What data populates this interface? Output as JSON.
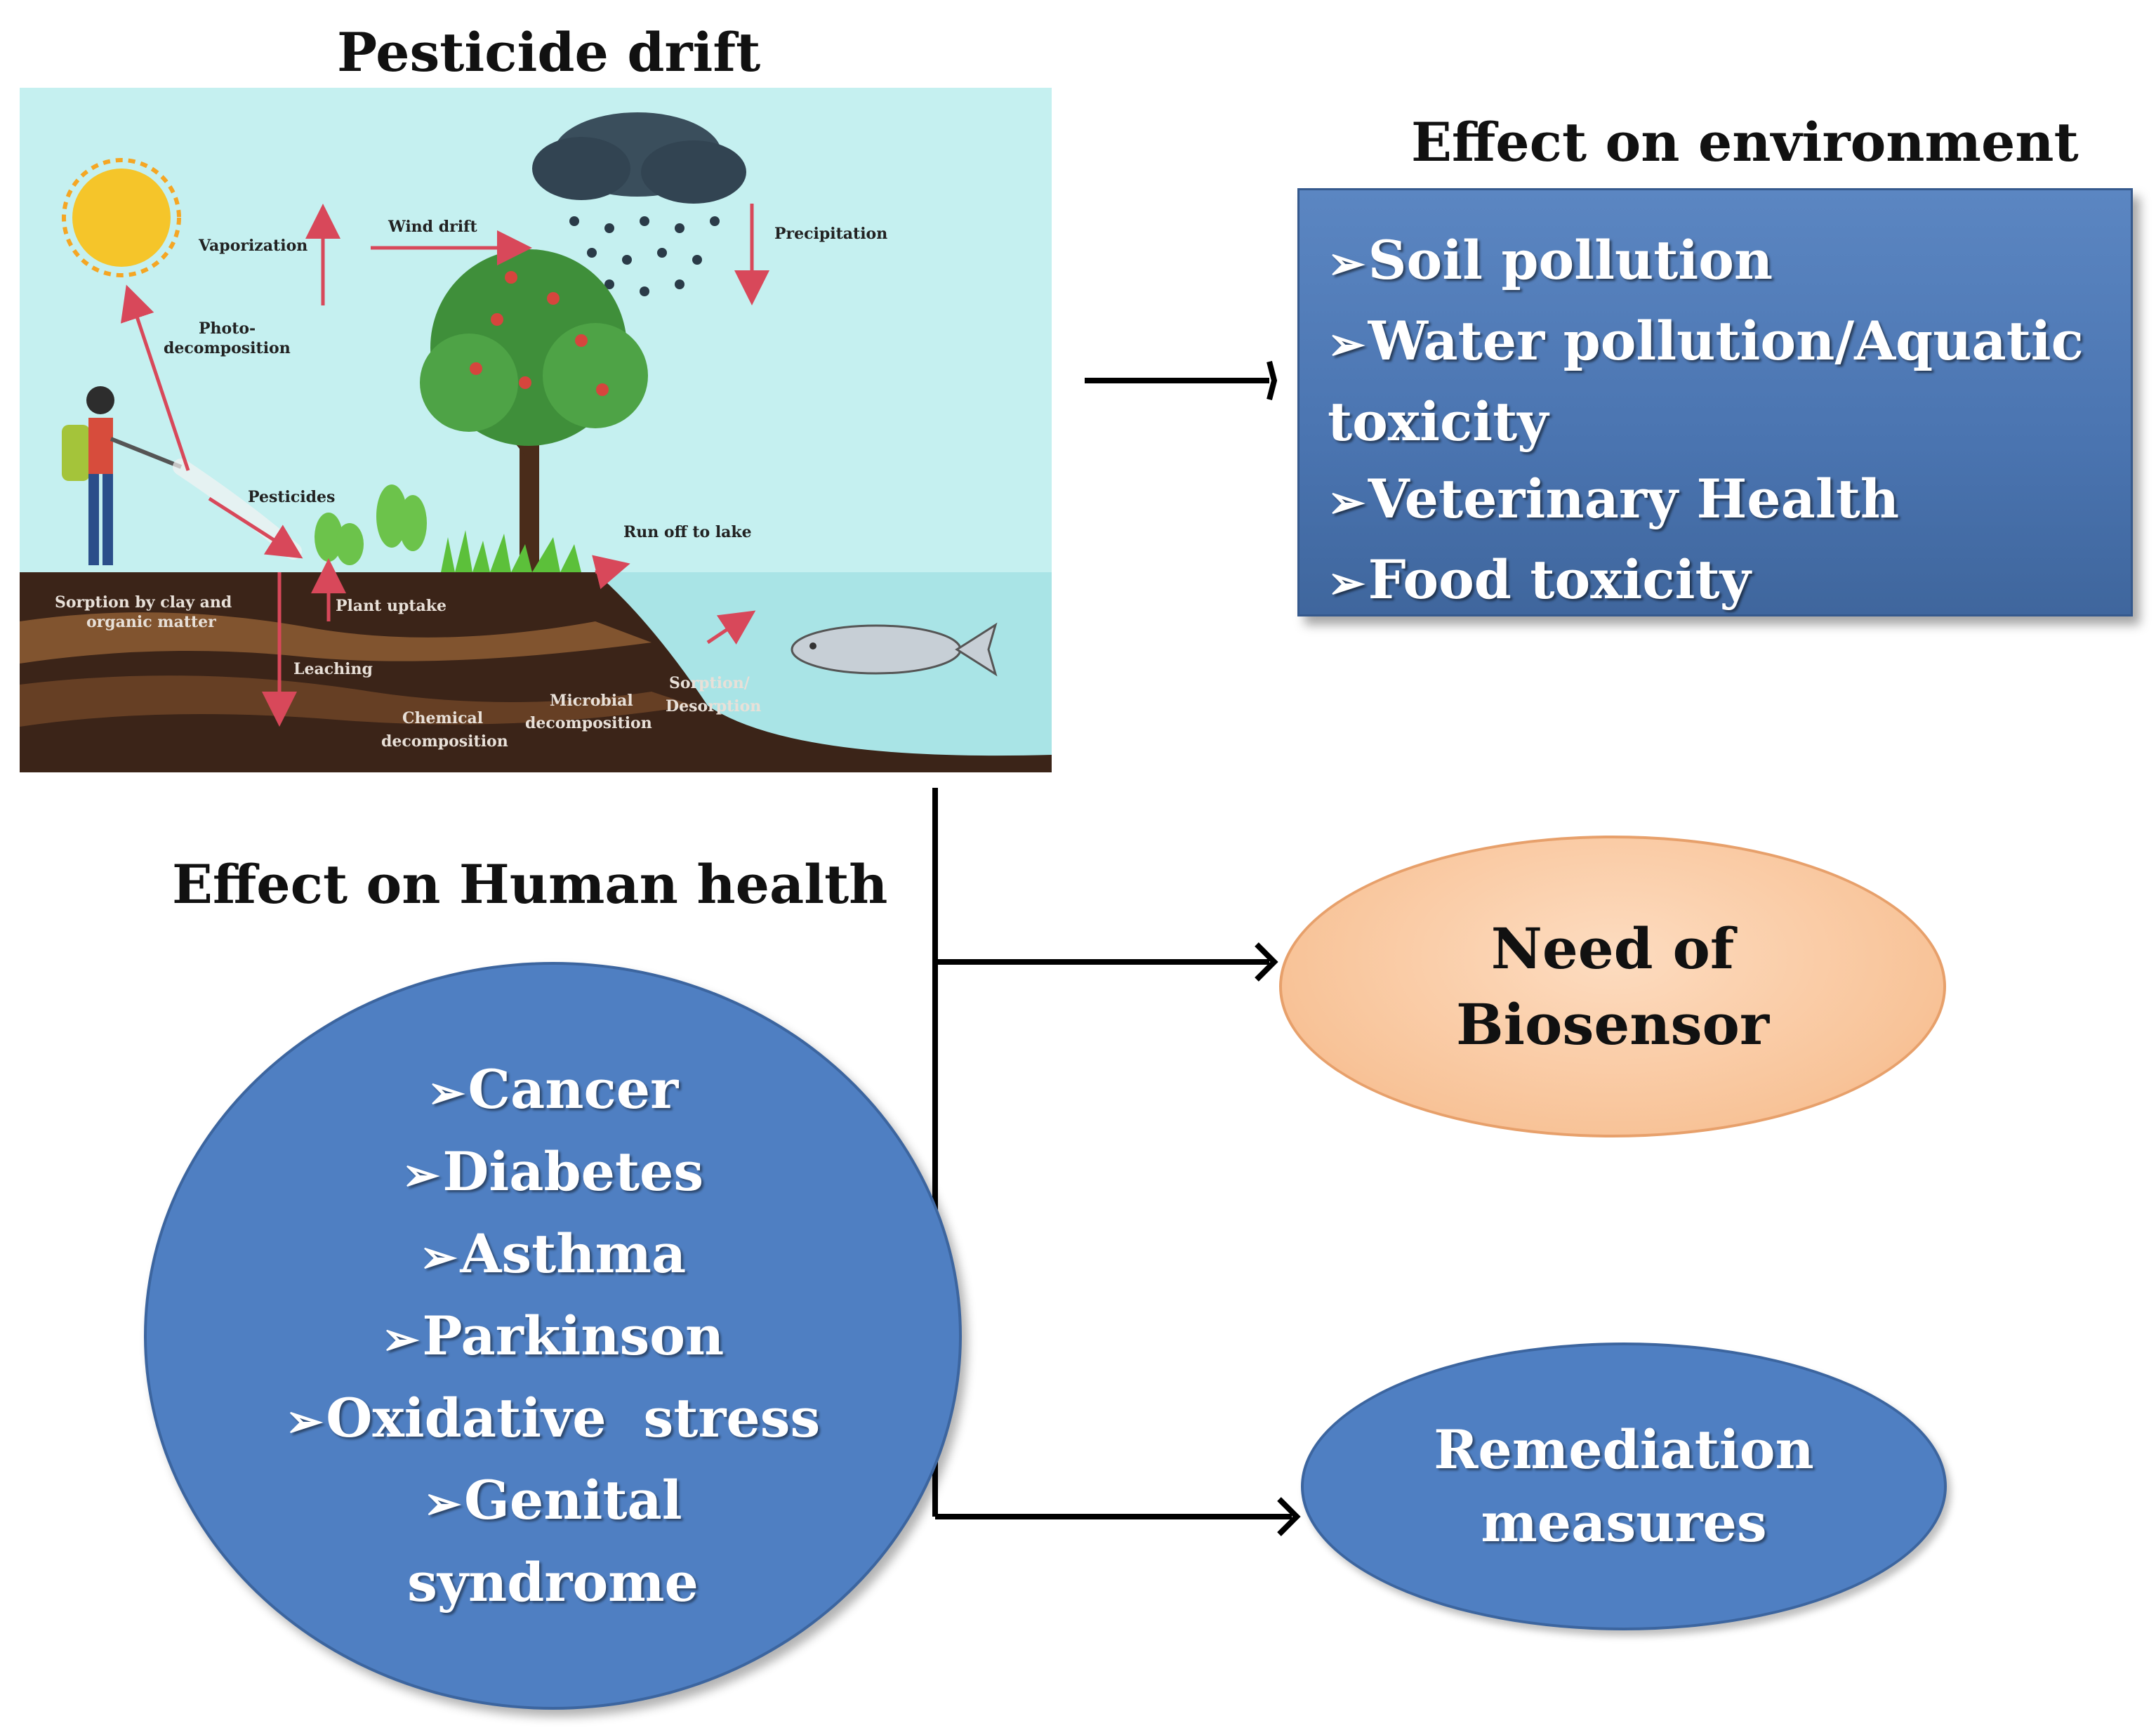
{
  "headings": {
    "pesticide_drift": "Pesticide drift",
    "environment": "Effect on environment",
    "human_health": "Effect on Human health"
  },
  "bullet_symbol": "➢",
  "environment_effects": [
    "Soil pollution",
    "Water pollution/Aquatic",
    "toxicity",
    "Veterinary Health",
    "Food toxicity"
  ],
  "human_effects": [
    "Cancer",
    "Diabetes",
    "Asthma",
    "Parkinson",
    "Oxidative  stress",
    "Genital",
    "syndrome"
  ],
  "biosensor": {
    "line1": "Need of",
    "line2": "Biosensor"
  },
  "remediation": {
    "line1": "Remediation",
    "line2": "measures"
  },
  "scene_labels": {
    "vaporization": "Vaporization",
    "wind_drift": "Wind drift",
    "precipitation": "Precipitation",
    "photo1": "Photo-",
    "photo2": "decomposition",
    "pesticides": "Pesticides",
    "runoff": "Run off to lake",
    "sorption1": "Sorption by clay and",
    "sorption2": "organic matter",
    "plant_uptake": "Plant uptake",
    "leaching": "Leaching",
    "chem1": "Chemical",
    "chem2": "decomposition",
    "micro1": "Microbial",
    "micro2": "decomposition",
    "sorp1": "Sorption/",
    "sorp2": "Desorption"
  },
  "colors": {
    "sky": "#c5f0f0",
    "box_blue": "#4f7fc2",
    "biosensor_fill": "#f8c398",
    "soil": "#3b2418",
    "arrow_red": "#d8485a"
  }
}
